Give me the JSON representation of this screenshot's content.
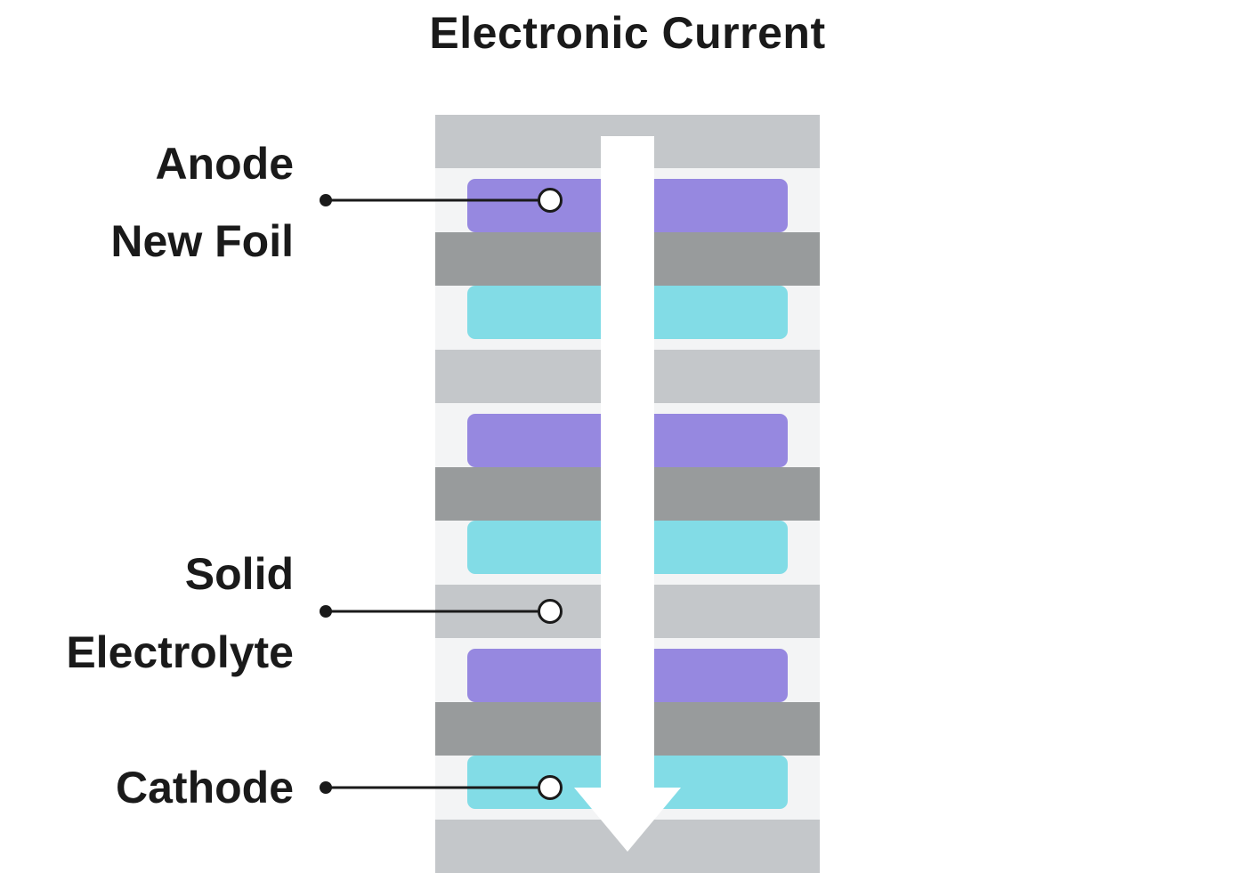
{
  "title": "Electronic Current",
  "labels": {
    "anode_line1": "Anode",
    "anode_line2": "New Foil",
    "electrolyte_line1": "Solid",
    "electrolyte_line2": "Electrolyte",
    "cathode": "Cathode"
  },
  "colors": {
    "separator": "#c4c7ca",
    "interlayer": "#f3f4f5",
    "anode": "#9688e0",
    "current_collector": "#989b9c",
    "cathode": "#82dce6",
    "arrow": "#ffffff",
    "leader": "#1a1a1a"
  },
  "arrow": {
    "direction": "down",
    "meaning": "electronic-current"
  }
}
